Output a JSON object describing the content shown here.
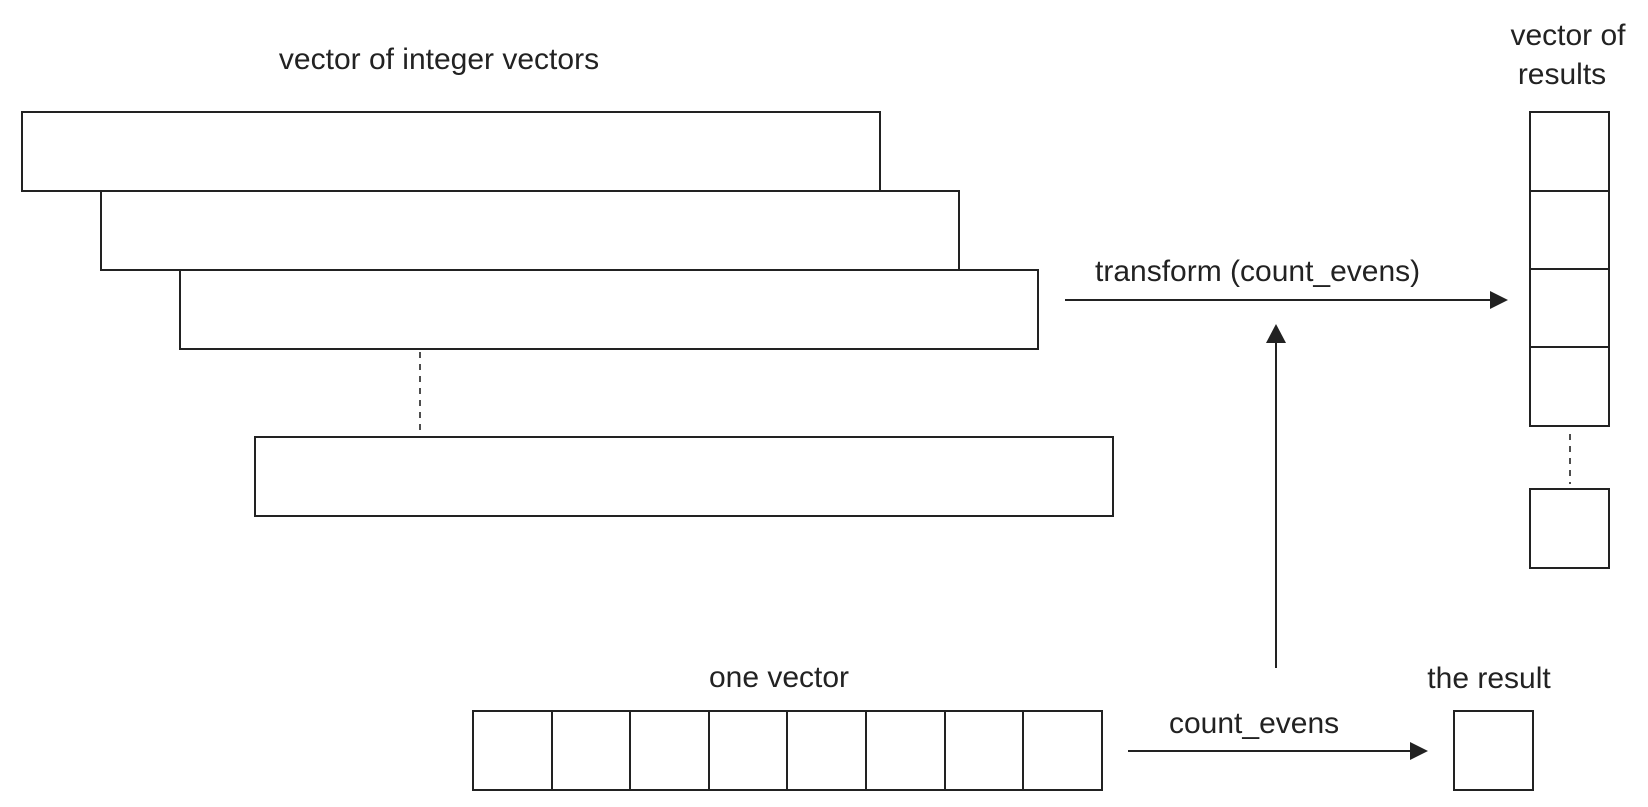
{
  "labels": {
    "vector_of_integer_vectors": "vector of integer vectors",
    "vector_of_results_line1": "vector of",
    "vector_of_results_line2": "results",
    "transform": "transform (count_evens)",
    "one_vector": "one vector",
    "count_evens": "count_evens",
    "the_result": "the result"
  },
  "colors": {
    "stroke": "#222222",
    "background": "#ffffff"
  }
}
